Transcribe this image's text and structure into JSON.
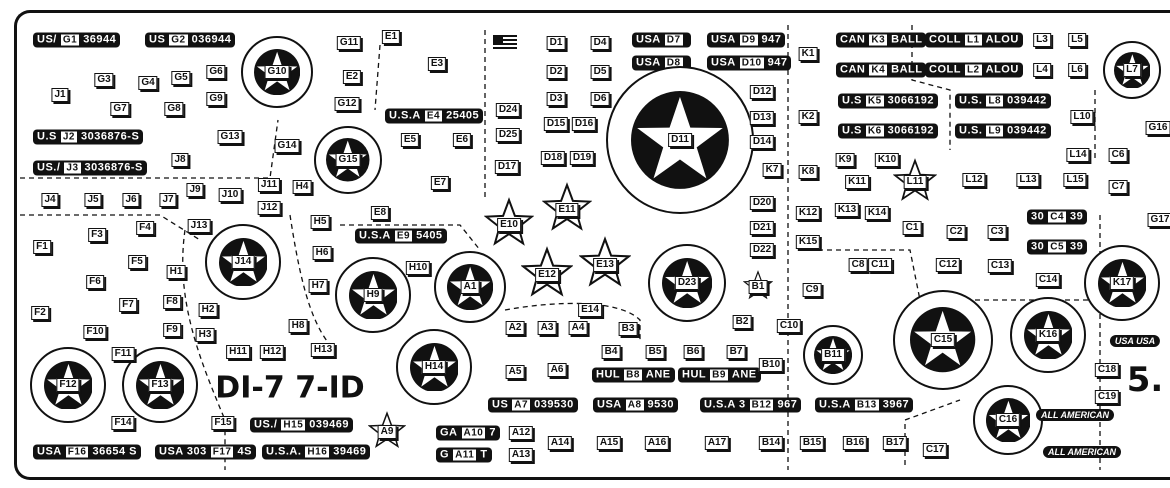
{
  "decals": [
    {
      "id": "G1",
      "kind": "serial",
      "pre": "US/",
      "post": "36944"
    },
    {
      "id": "G2",
      "kind": "serial",
      "pre": "US",
      "post": "036944"
    },
    {
      "id": "J2",
      "kind": "serial",
      "pre": "U.S",
      "post": "3036876-S"
    },
    {
      "id": "J3",
      "kind": "serial",
      "pre": "US./",
      "post": "3036876-S"
    },
    {
      "id": "E4",
      "kind": "serial",
      "pre": "U.S.A",
      "post": "25405"
    },
    {
      "id": "E9",
      "kind": "serial",
      "pre": "U.S.A",
      "post": "5405"
    },
    {
      "id": "K3",
      "kind": "serial",
      "pre": "CAN",
      "post": "BALL"
    },
    {
      "id": "K4",
      "kind": "serial",
      "pre": "CAN",
      "post": "BALL"
    },
    {
      "id": "L1",
      "kind": "serial",
      "pre": "COLL",
      "post": "ALOU"
    },
    {
      "id": "L2",
      "kind": "serial",
      "pre": "COLL",
      "post": "ALOU"
    },
    {
      "id": "K5",
      "kind": "serial",
      "pre": "U.S",
      "post": "3066192"
    },
    {
      "id": "K6",
      "kind": "serial",
      "pre": "U.S",
      "post": "3066192"
    },
    {
      "id": "L8",
      "kind": "serial",
      "pre": "U.S.",
      "post": "039442"
    },
    {
      "id": "L9",
      "kind": "serial",
      "pre": "U.S.",
      "post": "039442"
    },
    {
      "id": "D7",
      "kind": "serial",
      "pre": "USA",
      "post": ""
    },
    {
      "id": "D8",
      "kind": "serial",
      "pre": "USA",
      "post": ""
    },
    {
      "id": "D9",
      "kind": "serial",
      "pre": "USA",
      "post": "947"
    },
    {
      "id": "D10",
      "kind": "serial",
      "pre": "USA",
      "post": "947"
    },
    {
      "id": "A7",
      "kind": "serial",
      "pre": "US",
      "post": "039530"
    },
    {
      "id": "A8",
      "kind": "serial",
      "pre": "USA",
      "post": "9530"
    },
    {
      "id": "B12",
      "kind": "serial",
      "pre": "U.S.A 3",
      "post": "967"
    },
    {
      "id": "B13",
      "kind": "serial",
      "pre": "U.S.A",
      "post": "3967"
    },
    {
      "id": "B8",
      "kind": "serial",
      "pre": "HUL",
      "post": "ANE"
    },
    {
      "id": "B9",
      "kind": "serial",
      "pre": "HUL",
      "post": "ANE"
    },
    {
      "id": "H15",
      "kind": "serial",
      "pre": "US./",
      "post": "039469"
    },
    {
      "id": "H16",
      "kind": "serial",
      "pre": "U.S.A.",
      "post": "39469"
    },
    {
      "id": "F16",
      "kind": "serial",
      "pre": "USA",
      "post": "36654 S"
    },
    {
      "id": "F17",
      "kind": "serial",
      "pre": "USA 303",
      "post": "4S"
    },
    {
      "id": "C4",
      "kind": "serial",
      "pre": "30",
      "post": "39"
    },
    {
      "id": "C5",
      "kind": "serial",
      "pre": "30",
      "post": "39"
    },
    {
      "id": "A10",
      "kind": "serial",
      "pre": "GA",
      "post": "7"
    },
    {
      "id": "A11",
      "kind": "serial",
      "pre": "G",
      "post": "T"
    },
    {
      "id": "G10",
      "kind": "roundel"
    },
    {
      "id": "G15",
      "kind": "roundel"
    },
    {
      "id": "J14",
      "kind": "roundel"
    },
    {
      "id": "H9",
      "kind": "roundel"
    },
    {
      "id": "A1",
      "kind": "roundel"
    },
    {
      "id": "H14",
      "kind": "roundel"
    },
    {
      "id": "F12",
      "kind": "roundel"
    },
    {
      "id": "F13",
      "kind": "roundel"
    },
    {
      "id": "D11",
      "kind": "roundel"
    },
    {
      "id": "D23",
      "kind": "roundel"
    },
    {
      "id": "B11",
      "kind": "roundel"
    },
    {
      "id": "C15",
      "kind": "roundel"
    },
    {
      "id": "K16",
      "kind": "roundel"
    },
    {
      "id": "K17",
      "kind": "roundel"
    },
    {
      "id": "C16",
      "kind": "roundel"
    },
    {
      "id": "L7",
      "kind": "roundel"
    },
    {
      "id": "E10",
      "kind": "star"
    },
    {
      "id": "E11",
      "kind": "star"
    },
    {
      "id": "E12",
      "kind": "star"
    },
    {
      "id": "E13",
      "kind": "star"
    },
    {
      "id": "L11",
      "kind": "star"
    },
    {
      "id": "A9",
      "kind": "star"
    },
    {
      "id": "B1",
      "kind": "star"
    },
    {
      "id": "E1",
      "kind": "box"
    },
    {
      "id": "E2",
      "kind": "box"
    },
    {
      "id": "E3",
      "kind": "box"
    },
    {
      "id": "E5",
      "kind": "box"
    },
    {
      "id": "E6",
      "kind": "box"
    },
    {
      "id": "E7",
      "kind": "box"
    },
    {
      "id": "E8",
      "kind": "box"
    },
    {
      "id": "E14",
      "kind": "box"
    },
    {
      "id": "G3",
      "kind": "box"
    },
    {
      "id": "G4",
      "kind": "box"
    },
    {
      "id": "G5",
      "kind": "box"
    },
    {
      "id": "G6",
      "kind": "box"
    },
    {
      "id": "G7",
      "kind": "box"
    },
    {
      "id": "G8",
      "kind": "box"
    },
    {
      "id": "G9",
      "kind": "box"
    },
    {
      "id": "G11",
      "kind": "box"
    },
    {
      "id": "G12",
      "kind": "box"
    },
    {
      "id": "G13",
      "kind": "box"
    },
    {
      "id": "G14",
      "kind": "box"
    },
    {
      "id": "G16",
      "kind": "box"
    },
    {
      "id": "G17",
      "kind": "box"
    },
    {
      "id": "J1",
      "kind": "box"
    },
    {
      "id": "J4",
      "kind": "box"
    },
    {
      "id": "J5",
      "kind": "box"
    },
    {
      "id": "J6",
      "kind": "box"
    },
    {
      "id": "J7",
      "kind": "box"
    },
    {
      "id": "J8",
      "kind": "box"
    },
    {
      "id": "J9",
      "kind": "box"
    },
    {
      "id": "J10",
      "kind": "box"
    },
    {
      "id": "J11",
      "kind": "box"
    },
    {
      "id": "J12",
      "kind": "box"
    },
    {
      "id": "J13",
      "kind": "box"
    },
    {
      "id": "H1",
      "kind": "box"
    },
    {
      "id": "H2",
      "kind": "box"
    },
    {
      "id": "H3",
      "kind": "box"
    },
    {
      "id": "H4",
      "kind": "box"
    },
    {
      "id": "H5",
      "kind": "box"
    },
    {
      "id": "H6",
      "kind": "box"
    },
    {
      "id": "H7",
      "kind": "box"
    },
    {
      "id": "H8",
      "kind": "box"
    },
    {
      "id": "H10",
      "kind": "box"
    },
    {
      "id": "H11",
      "kind": "box"
    },
    {
      "id": "H12",
      "kind": "box"
    },
    {
      "id": "H13",
      "kind": "box"
    },
    {
      "id": "F1",
      "kind": "box"
    },
    {
      "id": "F2",
      "kind": "box"
    },
    {
      "id": "F3",
      "kind": "box"
    },
    {
      "id": "F4",
      "kind": "box"
    },
    {
      "id": "F5",
      "kind": "box"
    },
    {
      "id": "F6",
      "kind": "box"
    },
    {
      "id": "F7",
      "kind": "box"
    },
    {
      "id": "F8",
      "kind": "box"
    },
    {
      "id": "F9",
      "kind": "box"
    },
    {
      "id": "F10",
      "kind": "box"
    },
    {
      "id": "F11",
      "kind": "box"
    },
    {
      "id": "F14",
      "kind": "box"
    },
    {
      "id": "F15",
      "kind": "box"
    },
    {
      "id": "A2",
      "kind": "box"
    },
    {
      "id": "A3",
      "kind": "box"
    },
    {
      "id": "A4",
      "kind": "box"
    },
    {
      "id": "A5",
      "kind": "box"
    },
    {
      "id": "A6",
      "kind": "box"
    },
    {
      "id": "A12",
      "kind": "box"
    },
    {
      "id": "A13",
      "kind": "box"
    },
    {
      "id": "A14",
      "kind": "box"
    },
    {
      "id": "A15",
      "kind": "box"
    },
    {
      "id": "A16",
      "kind": "box"
    },
    {
      "id": "A17",
      "kind": "box"
    },
    {
      "id": "B2",
      "kind": "box"
    },
    {
      "id": "B3",
      "kind": "box"
    },
    {
      "id": "B4",
      "kind": "box"
    },
    {
      "id": "B5",
      "kind": "box"
    },
    {
      "id": "B6",
      "kind": "box"
    },
    {
      "id": "B7",
      "kind": "box"
    },
    {
      "id": "B10",
      "kind": "box"
    },
    {
      "id": "B14",
      "kind": "box"
    },
    {
      "id": "B15",
      "kind": "box"
    },
    {
      "id": "B16",
      "kind": "box"
    },
    {
      "id": "B17",
      "kind": "box"
    },
    {
      "id": "C1",
      "kind": "box"
    },
    {
      "id": "C2",
      "kind": "box"
    },
    {
      "id": "C3",
      "kind": "box"
    },
    {
      "id": "C6",
      "kind": "box"
    },
    {
      "id": "C7",
      "kind": "box"
    },
    {
      "id": "C8",
      "kind": "box"
    },
    {
      "id": "C9",
      "kind": "box"
    },
    {
      "id": "C10",
      "kind": "box"
    },
    {
      "id": "C11",
      "kind": "box"
    },
    {
      "id": "C12",
      "kind": "box"
    },
    {
      "id": "C13",
      "kind": "box"
    },
    {
      "id": "C14",
      "kind": "box"
    },
    {
      "id": "C17",
      "kind": "box"
    },
    {
      "id": "C18",
      "kind": "box"
    },
    {
      "id": "C19",
      "kind": "box"
    },
    {
      "id": "D1",
      "kind": "box"
    },
    {
      "id": "D2",
      "kind": "box"
    },
    {
      "id": "D3",
      "kind": "box"
    },
    {
      "id": "D4",
      "kind": "box"
    },
    {
      "id": "D5",
      "kind": "box"
    },
    {
      "id": "D6",
      "kind": "box"
    },
    {
      "id": "D12",
      "kind": "box"
    },
    {
      "id": "D13",
      "kind": "box"
    },
    {
      "id": "D14",
      "kind": "box"
    },
    {
      "id": "D15",
      "kind": "box"
    },
    {
      "id": "D16",
      "kind": "box"
    },
    {
      "id": "D17",
      "kind": "box"
    },
    {
      "id": "D18",
      "kind": "box"
    },
    {
      "id": "D19",
      "kind": "box"
    },
    {
      "id": "D20",
      "kind": "box"
    },
    {
      "id": "D21",
      "kind": "box"
    },
    {
      "id": "D22",
      "kind": "box"
    },
    {
      "id": "D24",
      "kind": "box"
    },
    {
      "id": "D25",
      "kind": "box"
    },
    {
      "id": "K1",
      "kind": "box"
    },
    {
      "id": "K2",
      "kind": "box"
    },
    {
      "id": "K7",
      "kind": "box"
    },
    {
      "id": "K8",
      "kind": "box"
    },
    {
      "id": "K9",
      "kind": "box"
    },
    {
      "id": "K10",
      "kind": "box"
    },
    {
      "id": "K11",
      "kind": "box"
    },
    {
      "id": "K12",
      "kind": "box"
    },
    {
      "id": "K13",
      "kind": "box"
    },
    {
      "id": "K14",
      "kind": "box"
    },
    {
      "id": "K15",
      "kind": "box"
    },
    {
      "id": "L3",
      "kind": "box"
    },
    {
      "id": "L4",
      "kind": "box"
    },
    {
      "id": "L5",
      "kind": "box"
    },
    {
      "id": "L6",
      "kind": "box"
    },
    {
      "id": "L10",
      "kind": "box"
    },
    {
      "id": "L12",
      "kind": "box"
    },
    {
      "id": "L13",
      "kind": "box"
    },
    {
      "id": "L14",
      "kind": "box"
    },
    {
      "id": "L15",
      "kind": "box"
    }
  ],
  "extras": {
    "usa_usa": "USA USA",
    "all_american_1": "ALL AMERICAN",
    "all_american_2": "ALL AMERICAN",
    "big_5": "5.",
    "nose_left": "DI-7",
    "nose_right": "7-ID"
  }
}
